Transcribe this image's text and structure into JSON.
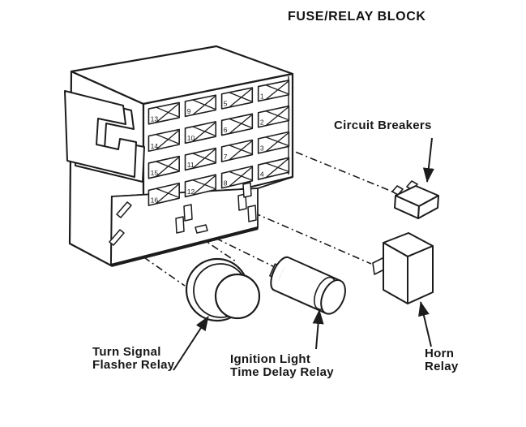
{
  "title": "FUSE/RELAY BLOCK",
  "labels": {
    "circuit_breakers": {
      "text": "Circuit Breakers"
    },
    "turn_signal": {
      "line1": "Turn Signal",
      "line2": "Flasher Relay"
    },
    "ignition": {
      "line1": "Ignition Light",
      "line2": "Time Delay Relay"
    },
    "horn": {
      "line1": "Horn",
      "line2": "Relay"
    }
  },
  "fuse_block": {
    "columns": [
      {
        "numbers": [
          13,
          14,
          15,
          16
        ]
      },
      {
        "numbers": [
          9,
          10,
          11,
          12
        ]
      },
      {
        "numbers": [
          5,
          6,
          7,
          8
        ]
      },
      {
        "numbers": [
          1,
          2,
          3,
          4
        ]
      }
    ]
  },
  "components": [
    "fuse-relay-block",
    "circuit-breaker",
    "turn-signal-flasher-relay",
    "ignition-light-time-delay-relay",
    "horn-relay"
  ],
  "colors": {
    "ink": "#1c1c1c",
    "paper": "#ffffff"
  }
}
